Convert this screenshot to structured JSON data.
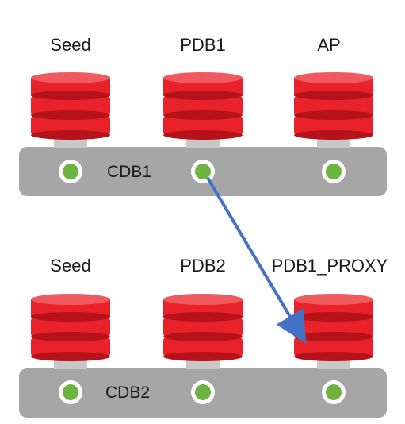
{
  "colors": {
    "bar": "#a6a6a6",
    "connector": "#c7c7c7",
    "db_red": "#e8212a",
    "db_red_dark": "#b5121a",
    "db_top": "#f05a5f",
    "port_green": "#6db33f",
    "arrow": "#4472c4"
  },
  "icons": {
    "database": "database-stack-icon",
    "port": "port-dot-icon",
    "arrow": "arrow-icon"
  },
  "cdb1": {
    "name": "CDB1",
    "pdbs": [
      "Seed",
      "PDB1",
      "AP"
    ]
  },
  "cdb2": {
    "name": "CDB2",
    "pdbs": [
      "Seed",
      "PDB2",
      "PDB1_PROXY"
    ]
  }
}
